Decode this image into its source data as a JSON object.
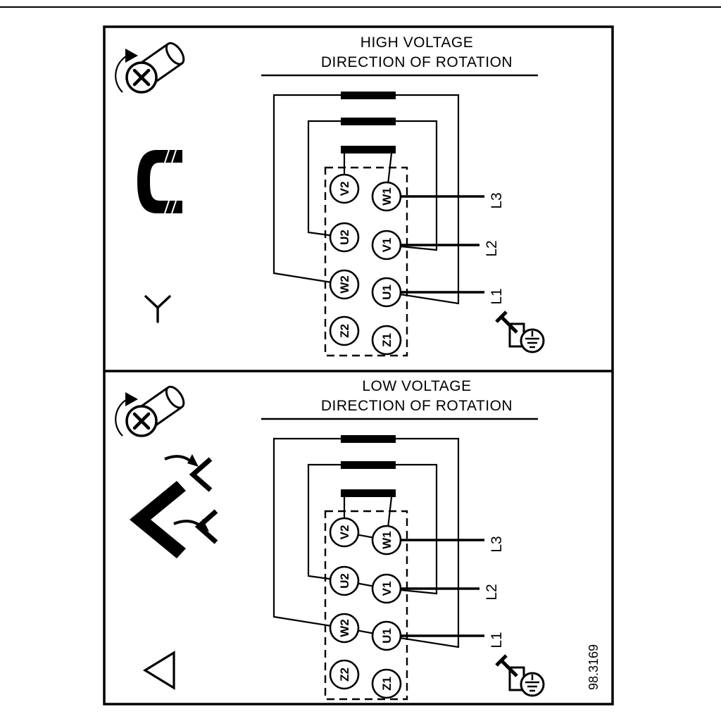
{
  "figure_number": "98.3169",
  "colors": {
    "ink": "#000000",
    "background": "#ffffff"
  },
  "panels": [
    {
      "id": "high-voltage",
      "title_line1": "HIGH VOLTAGE",
      "title_line2": "DIRECTION OF ROTATION",
      "connection_symbol": "star",
      "icons": [
        "screw-rotation-icon",
        "link-icon",
        "star-symbol-icon",
        "earth-terminal-icon"
      ],
      "terminals": {
        "left": [
          "V2",
          "U2",
          "W2",
          "Z2"
        ],
        "right": [
          "W1",
          "V1",
          "U1",
          "Z1"
        ]
      },
      "supply_lines": [
        "L3",
        "L2",
        "L1"
      ]
    },
    {
      "id": "low-voltage",
      "title_line1": "LOW VOLTAGE",
      "title_line2": "DIRECTION OF ROTATION",
      "connection_symbol": "delta",
      "icons": [
        "screw-rotation-icon",
        "link-reposition-arrows-icon",
        "delta-symbol-icon",
        "earth-terminal-icon"
      ],
      "terminals": {
        "left": [
          "V2",
          "U2",
          "W2",
          "Z2"
        ],
        "right": [
          "W1",
          "V1",
          "U1",
          "Z1"
        ]
      },
      "supply_lines": [
        "L3",
        "L2",
        "L1"
      ]
    }
  ]
}
